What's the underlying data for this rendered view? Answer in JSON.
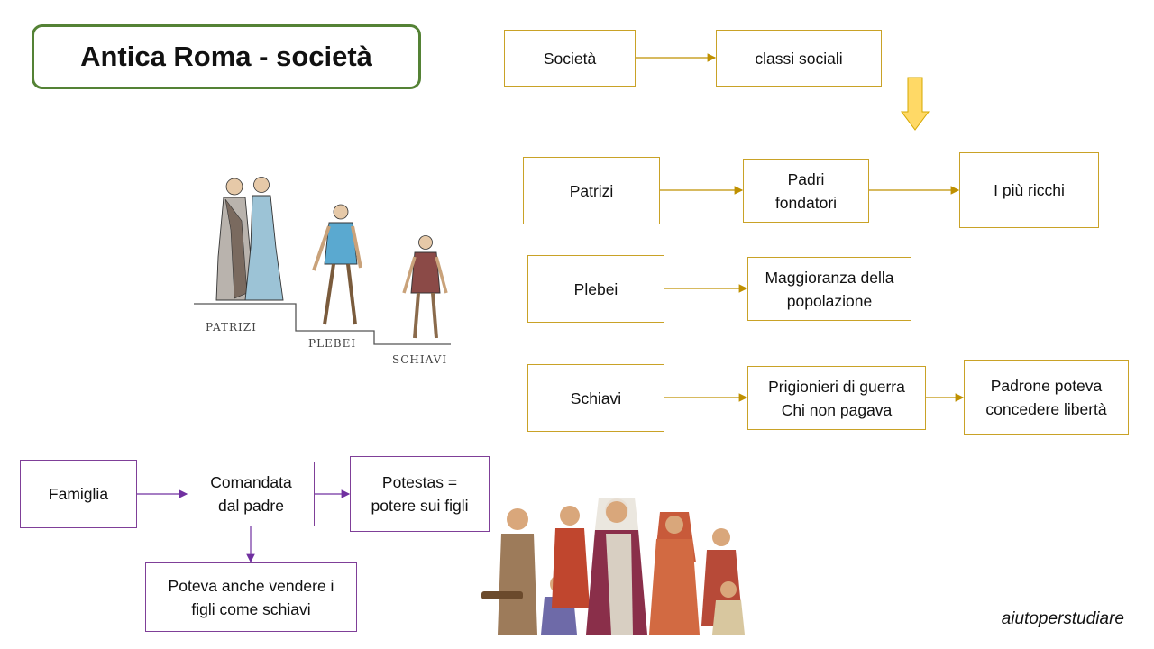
{
  "title": "Antica Roma - società",
  "top_flow": {
    "societa": "Società",
    "classi": "classi sociali"
  },
  "patrizi": {
    "label": "Patrizi",
    "detail1": "Padri\nfondatori",
    "detail2": "I più ricchi"
  },
  "plebei": {
    "label": "Plebei",
    "detail1": "Maggioranza della\npopolazione"
  },
  "schiavi": {
    "label": "Schiavi",
    "detail1": "Prigionieri di guerra\nChi non pagava",
    "detail2": "Padrone poteva\nconcedere libertà"
  },
  "famiglia": {
    "label": "Famiglia",
    "comandata": "Comandata\ndal padre",
    "potestas": "Potestas =\npotere sui figli",
    "vendere": "Poteva anche vendere  i\nfigli come schiavi"
  },
  "illustration_labels": {
    "patrizi": "PATRIZI",
    "plebei": "PLEBEI",
    "schiavi": "SCHIAVI"
  },
  "watermark": "aiutoperstudiare",
  "colors": {
    "title_border": "#548235",
    "social_class_border": "#c9a227",
    "family_border": "#7f3f98",
    "down_arrow": "#ffd966"
  }
}
